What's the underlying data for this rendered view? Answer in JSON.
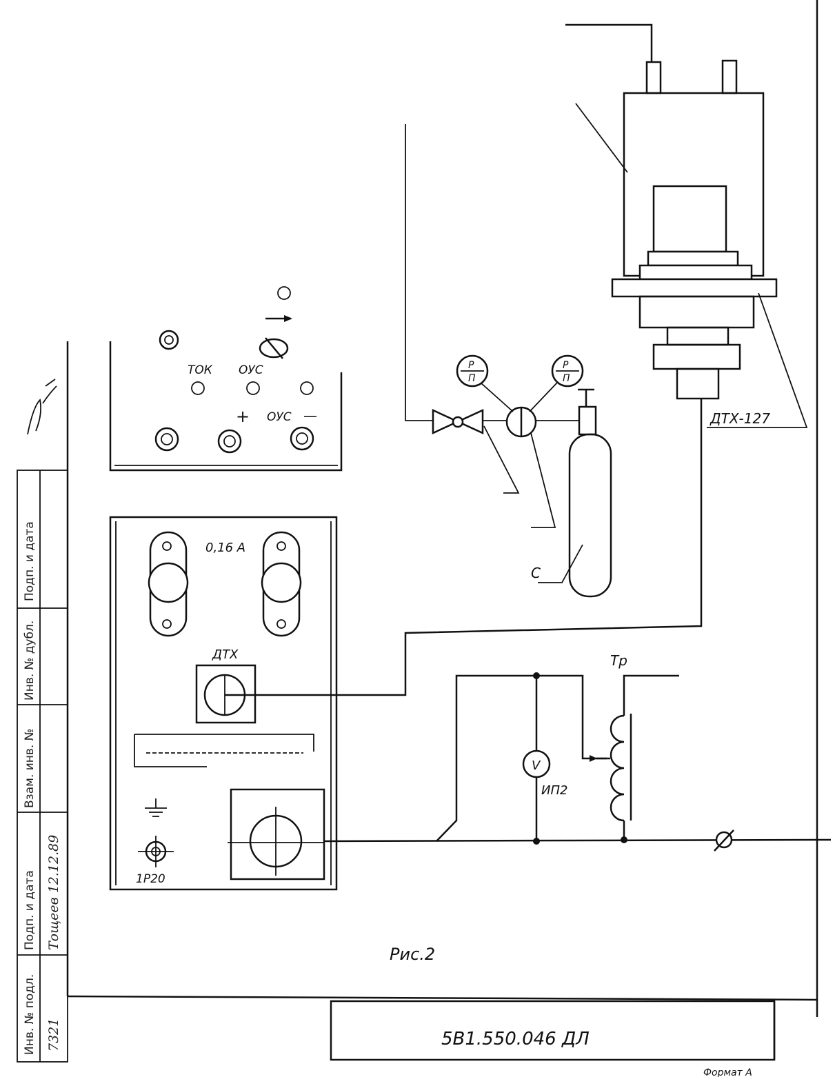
{
  "upper_panel": {
    "tok": "ТОК",
    "ous_top": "ОУС",
    "plus": "+",
    "ous_bottom": "ОУС",
    "minus": "—"
  },
  "lower_panel": {
    "fuse_rating": "0,16 А",
    "dtk_label": "ДТХ",
    "connector_label": "1Р20"
  },
  "gauges": {
    "left_top": "Р",
    "left_bottom": "П",
    "right_top": "Р",
    "right_bottom": "П"
  },
  "labels": {
    "dtk127": "ДТХ-127",
    "transformer": "Тр",
    "voltmeter_symbol": "V",
    "ip2": "ИП2",
    "cylinder_mark": "С"
  },
  "figure_caption": "Рис.2",
  "title_block": {
    "doc_number": "5В1.550.046 ДЛ",
    "format_stamp": "Формат А"
  },
  "side_stamp": {
    "podp_data_1": "Подп. и дата",
    "inv_dubl": "Инв. № дубл.",
    "vzam_inv": "Взам. инв. №",
    "podp_data_2": "Подп. и дата",
    "inv_podl": "Инв. № подл.",
    "signature_date": "Тощеев 12.12.89",
    "inv_number": "7321"
  }
}
